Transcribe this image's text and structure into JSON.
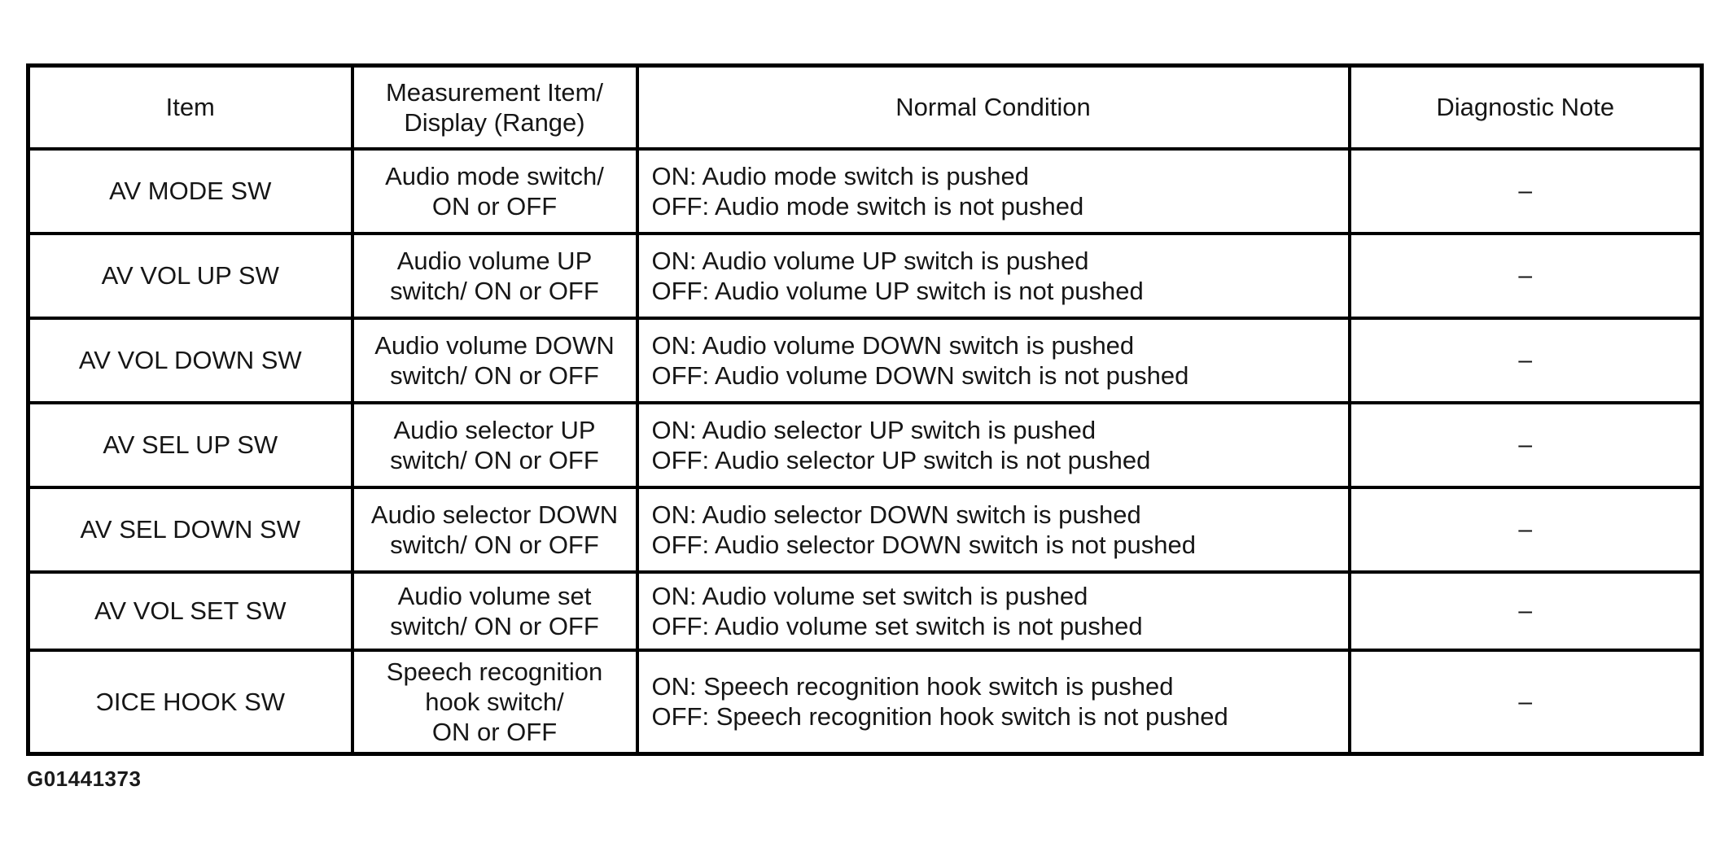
{
  "figure_id": "G01441373",
  "table": {
    "headers": [
      "Item",
      "Measurement Item/\nDisplay (Range)",
      "Normal Condition",
      "Diagnostic Note"
    ],
    "rows": [
      {
        "item": "AV MODE SW",
        "measurement": "Audio mode switch/\nON or OFF",
        "normal_condition": "ON: Audio mode switch is pushed\nOFF: Audio mode switch is not pushed",
        "diagnostic_note": "–"
      },
      {
        "item": "AV VOL UP SW",
        "measurement": "Audio volume UP\nswitch/ ON or OFF",
        "normal_condition": "ON: Audio volume UP switch is pushed\nOFF: Audio volume UP switch is not pushed",
        "diagnostic_note": "–"
      },
      {
        "item": "AV VOL DOWN SW",
        "measurement": "Audio volume DOWN\nswitch/ ON or OFF",
        "normal_condition": "ON: Audio volume DOWN switch is pushed\nOFF: Audio volume DOWN switch is not pushed",
        "diagnostic_note": "–"
      },
      {
        "item": "AV SEL UP SW",
        "measurement": "Audio selector UP\nswitch/ ON or OFF",
        "normal_condition": "ON: Audio selector UP switch is pushed\nOFF: Audio selector UP switch is not pushed",
        "diagnostic_note": "–"
      },
      {
        "item": "AV SEL DOWN SW",
        "measurement": "Audio selector DOWN\nswitch/ ON or OFF",
        "normal_condition": "ON: Audio selector DOWN switch is pushed\nOFF: Audio selector DOWN switch is not pushed",
        "diagnostic_note": "–"
      },
      {
        "item": "AV VOL SET SW",
        "measurement": "Audio volume set\nswitch/ ON or OFF",
        "normal_condition": "ON: Audio volume set switch is pushed\nOFF: Audio volume set switch is not pushed",
        "diagnostic_note": "–"
      },
      {
        "item": "ƆICE HOOK SW",
        "measurement": "Speech recognition\nhook switch/\nON or OFF",
        "normal_condition": "ON: Speech recognition hook switch is pushed\nOFF: Speech recognition hook switch is not pushed",
        "diagnostic_note": "–"
      }
    ]
  }
}
